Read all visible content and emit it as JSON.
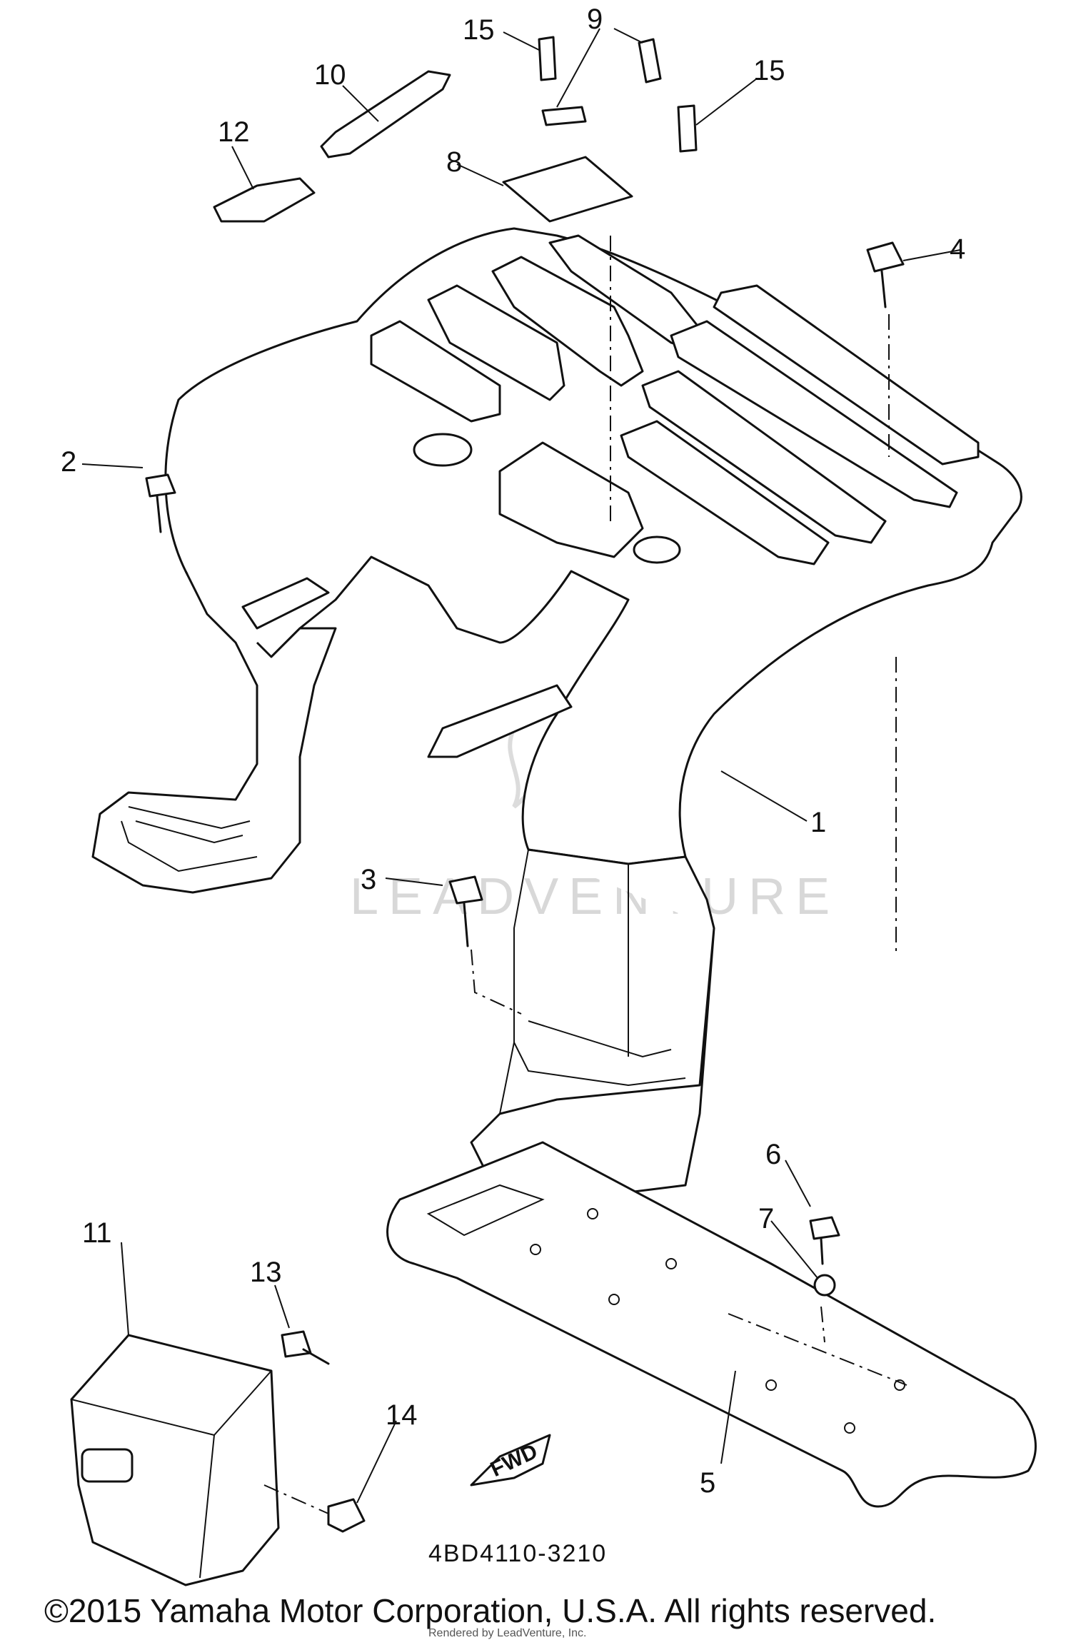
{
  "diagram": {
    "callouts": [
      "1",
      "2",
      "3",
      "4",
      "5",
      "6",
      "7",
      "8",
      "9",
      "10",
      "11",
      "12",
      "13",
      "14",
      "15",
      "15"
    ],
    "part_code": "4BD4110-3210",
    "fwd_label": "FWD",
    "watermark": "LEADVENTURE",
    "copyright": "©2015 Yamaha Motor Corporation, U.S.A. All rights reserved.",
    "rendered_note": "Rendered by LeadVenture, Inc."
  }
}
